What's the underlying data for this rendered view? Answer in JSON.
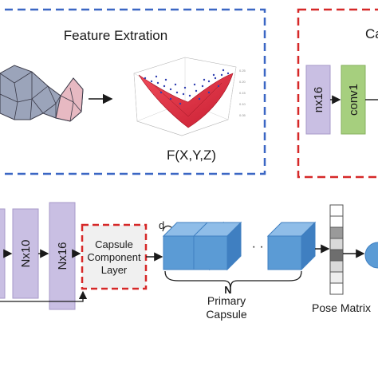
{
  "feature_panel": {
    "title": "Feature Extration",
    "function_label": "F(X,Y,Z)"
  },
  "right_panel": {
    "title_partial": "Ca",
    "blocks": [
      "nx16",
      "conv1"
    ]
  },
  "pipeline": {
    "block_nx10": "Nx10",
    "block_nx16": "Nx16",
    "capsule_layer": [
      "Capsule",
      "Component",
      "Layer"
    ],
    "depth_label": "d",
    "n_label": "N",
    "ellipsis": "· · ·",
    "primary_capsule": [
      "Primary",
      "Capsule"
    ],
    "pose_matrix": "Pose Matrix"
  },
  "colors": {
    "blue_dash": "#3b67c4",
    "red_dash": "#d62828",
    "purple_block": "#c9bfe3",
    "green_block": "#a6cf7e",
    "cube_blue": "#5b9bd5",
    "cube_top": "#8fbde8",
    "cube_side": "#3f7fc1"
  }
}
